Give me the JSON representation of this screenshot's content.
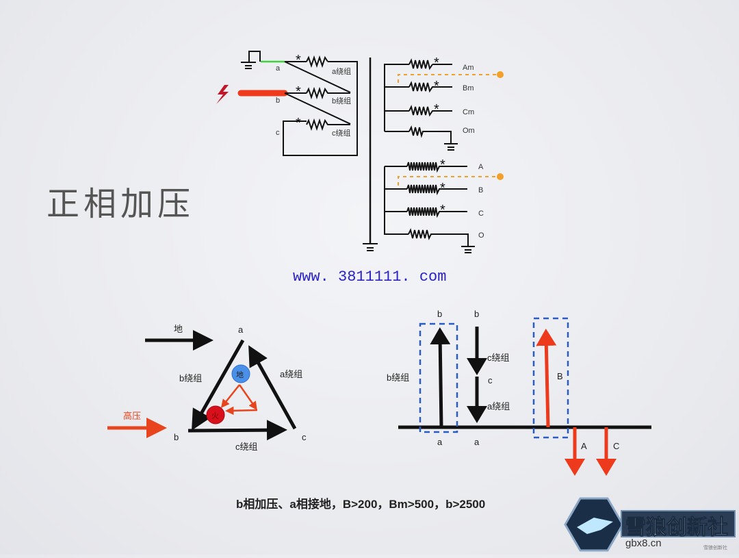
{
  "slide": {
    "title": "正相加压",
    "url": "www. 3811111. com",
    "caption": "b相加压、a相接地，B>200，Bm>500，b>2500",
    "watermark": "gbx8.cn",
    "logo_text": "雪狼创新社",
    "logo_subtext": "雪狼创新社"
  },
  "circuit": {
    "primary": {
      "terminals": [
        "a",
        "b",
        "c"
      ],
      "windings": [
        "a绕组",
        "b绕组",
        "c绕组"
      ],
      "polarity_mark": "*"
    },
    "secondary_measure": {
      "terminals": [
        "Am",
        "Bm",
        "Cm",
        "Om"
      ]
    },
    "secondary_main": {
      "terminals": [
        "A",
        "B",
        "C",
        "O"
      ]
    },
    "colors": {
      "ground_lead": "#3fd13f",
      "hv_lead": "#f03a1e",
      "lightning": "#c0182a",
      "probe": "#f2a02a"
    }
  },
  "triangle": {
    "input_ground": "地",
    "input_hv": "高压",
    "vertices": [
      "a",
      "b",
      "c"
    ],
    "edges": [
      "b绕组",
      "a绕组",
      "c绕组"
    ],
    "node_ground": "地",
    "node_fire": "火",
    "colors": {
      "ground_node": "#4a8fe8",
      "fire_node": "#d8101c",
      "arrow": "#e8441e"
    }
  },
  "phasor": {
    "vec1": {
      "top": "b",
      "bottom": "a",
      "label": "b绕组"
    },
    "vec2": {
      "top": "b",
      "mid": "c",
      "bottom": "a",
      "label_upper": "c绕组",
      "label_lower": "a绕组"
    },
    "vec_B": "B",
    "vec_A": "A",
    "vec_C": "C",
    "colors": {
      "dashed_box": "#2a5cc4",
      "red": "#ee3a1c"
    }
  }
}
